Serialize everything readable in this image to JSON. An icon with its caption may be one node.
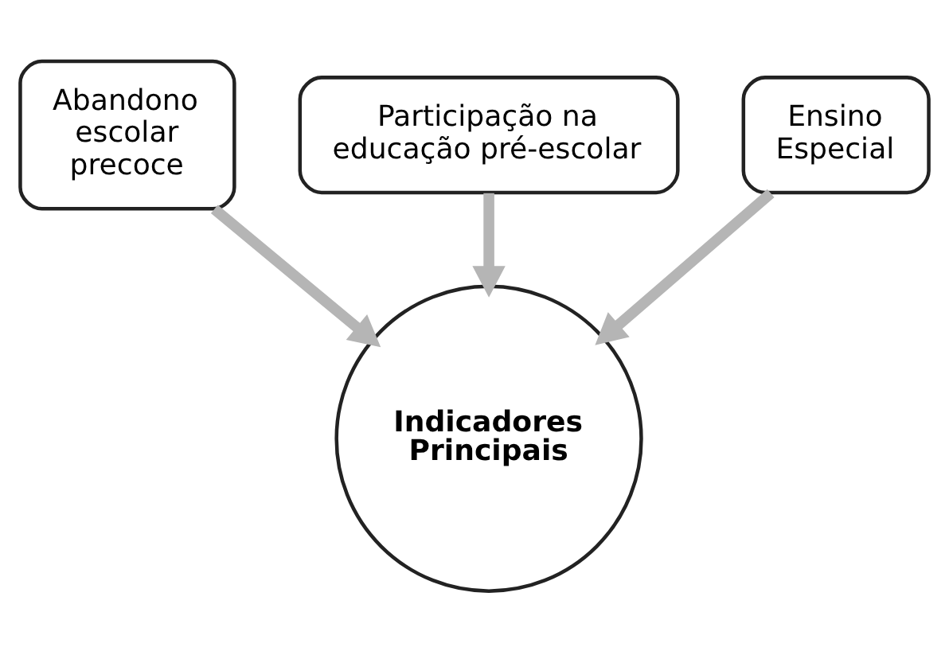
{
  "diagram": {
    "nodes": [
      {
        "text": [
          "Abandono escolar precoce"
        ]
      },
      {
        "text": [
          "Participação na educação pré-escolar"
        ]
      },
      {
        "text": [
          "Ensino Especial"
        ]
      },
      {
        "text": [
          "Indicadores Principais"
        ]
      }
    ],
    "edges": [
      {
        "from": 0,
        "to": 3,
        "arrow": "to"
      },
      {
        "from": 1,
        "to": 3,
        "arrow": "to"
      },
      {
        "from": 2,
        "to": 3,
        "arrow": "to"
      }
    ]
  }
}
